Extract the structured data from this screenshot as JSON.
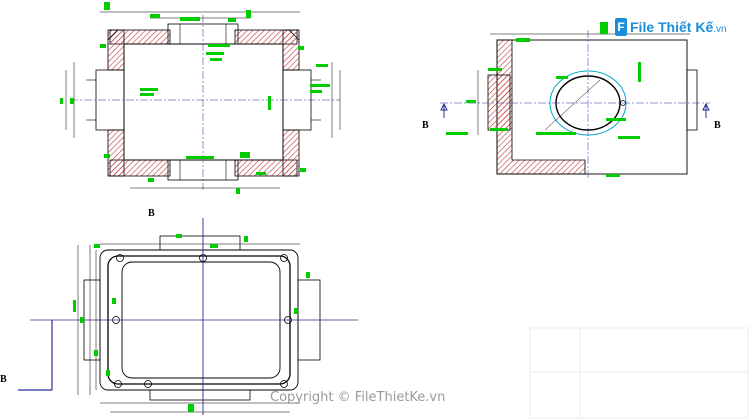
{
  "labels": {
    "section_b_right_left": "B",
    "section_b_right_right": "B",
    "section_b_bottom_top": "B",
    "section_b_bottom_left": "B"
  },
  "watermark": {
    "brand_prefix": "File Thiết Kế",
    "brand_suffix": ".vn",
    "icon_letter": "F"
  },
  "footer": {
    "copyright": "Copyright © FileThietKe.vn"
  },
  "colors": {
    "outline": "#000000",
    "dimension": "#00cc00",
    "centerline": "#2a2a9a",
    "hatch": "#c0393b",
    "watermark": "#1a8fd8"
  }
}
